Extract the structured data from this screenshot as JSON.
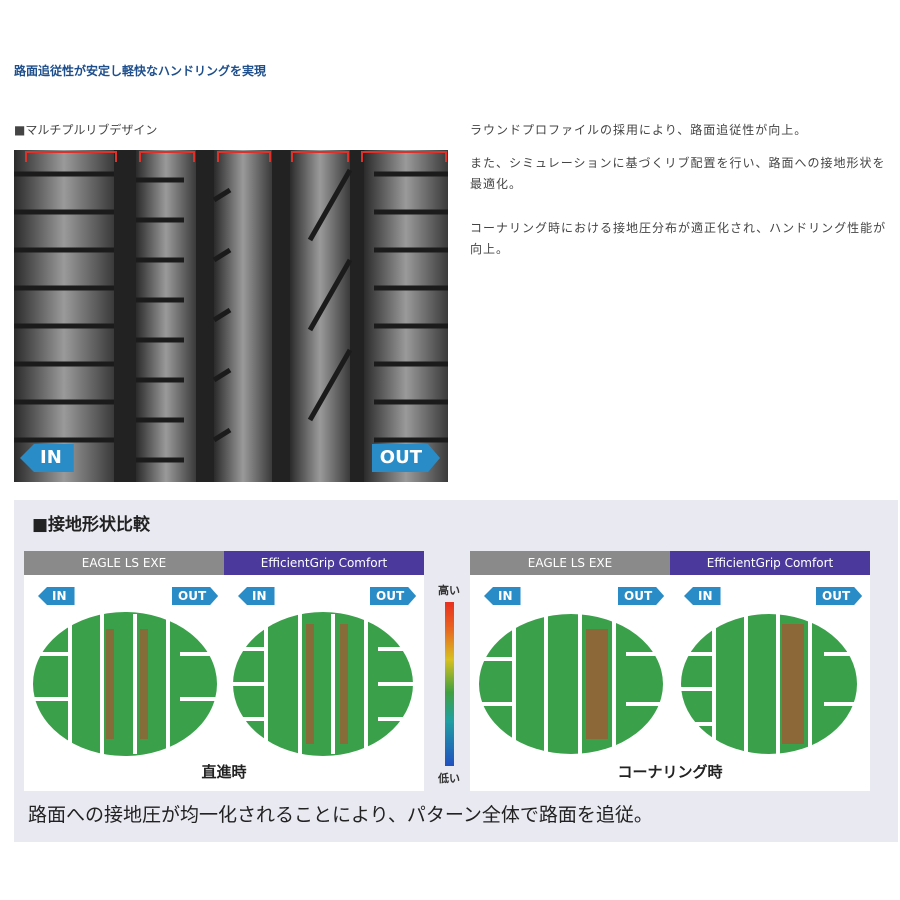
{
  "heading": "路面追従性が安定し軽快なハンドリングを実現",
  "section1": {
    "label": "■マルチプルリブデザイン",
    "tags": {
      "in": "IN",
      "out": "OUT"
    }
  },
  "description": [
    "ラウンドプロファイルの採用により、路面追従性が向上。",
    "また、シミュレーションに基づくリブ配置を行い、路面への接地形状を最適化。",
    "コーナリング時における接地圧分布が適正化され、ハンドリング性能が向上。"
  ],
  "comparison": {
    "title": "■接地形状比較",
    "product_a": "EAGLE LS EXE",
    "product_b": "EfficientGrip Comfort",
    "in": "IN",
    "out": "OUT",
    "straight": "直進時",
    "cornering": "コーナリング時",
    "scale_high": "高い",
    "scale_low": "低い",
    "caption": "路面への接地圧が均一化されることにより、パターン全体で路面を追従。"
  },
  "colors": {
    "heading": "#1e4f8c",
    "tag_blue": "#2a8cc6",
    "product_a_bg": "#8a8a8a",
    "product_b_bg": "#4b3a9c",
    "panel_bg": "#e9e9f2"
  }
}
